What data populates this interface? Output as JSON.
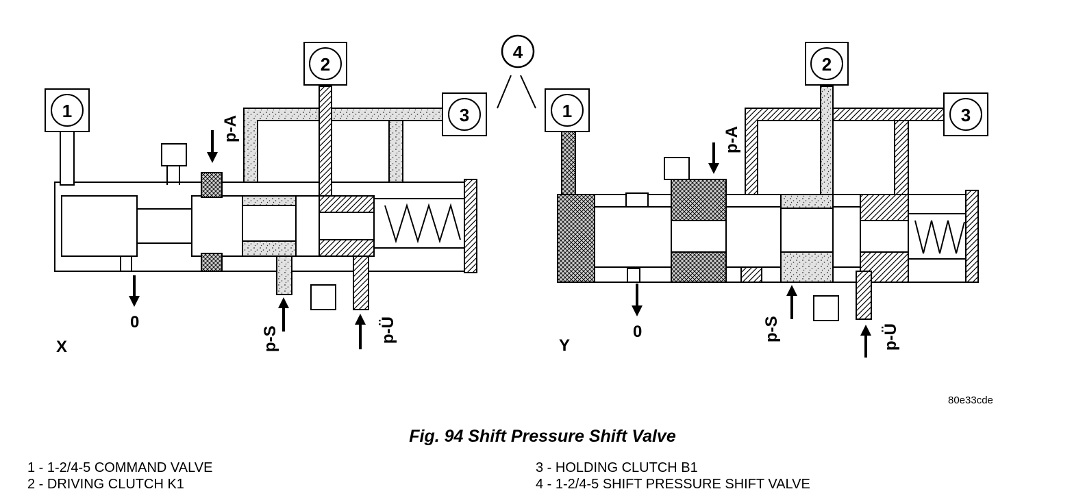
{
  "diagram": {
    "left_view_label": "X",
    "right_view_label": "Y",
    "callouts": [
      "1",
      "2",
      "3",
      "4"
    ],
    "pressure_labels": {
      "apply": "p-A",
      "shift": "p-S",
      "overlap": "p-Ü",
      "exhaust": "0"
    }
  },
  "image_code": "80e33cde",
  "caption": "Fig. 94 Shift Pressure Shift Valve",
  "legend": [
    "1 - 1-2/4-5 COMMAND VALVE",
    "2 - DRIVING CLUTCH K1",
    "3 - HOLDING CLUTCH B1",
    "4 - 1-2/4-5 SHIFT PRESSURE SHIFT VALVE"
  ]
}
